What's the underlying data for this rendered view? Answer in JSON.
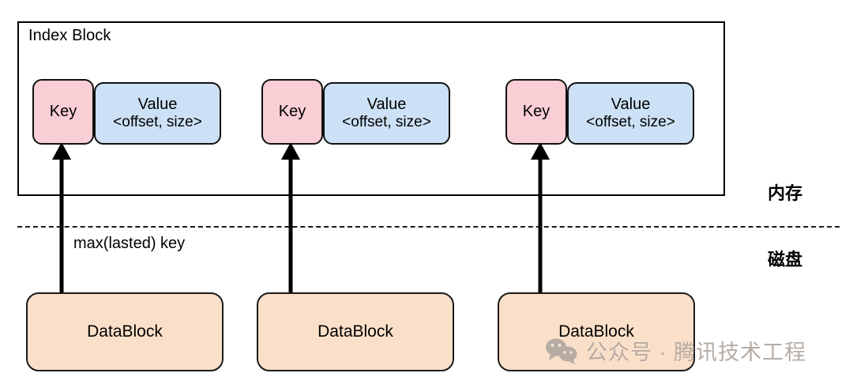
{
  "diagram": {
    "index_block": {
      "title": "Index Block",
      "entries": [
        {
          "key_label": "Key",
          "value_label": "Value",
          "value_detail": "<offset, size>"
        },
        {
          "key_label": "Key",
          "value_label": "Value",
          "value_detail": "<offset, size>"
        },
        {
          "key_label": "Key",
          "value_label": "Value",
          "value_detail": "<offset, size>"
        }
      ]
    },
    "edge_label": "max(lasted) key",
    "side_labels": {
      "memory": "内存",
      "disk": "磁盘"
    },
    "data_blocks": [
      {
        "label": "DataBlock"
      },
      {
        "label": "DataBlock"
      },
      {
        "label": "DataBlock"
      }
    ],
    "watermark": {
      "icon": "wechat-icon",
      "text": "公众号 · 腾讯技术工程"
    },
    "colors": {
      "key_fill": "#f9ced4",
      "value_fill": "#cce1f5",
      "data_block_fill": "#fbe0c9",
      "stroke": "#111111",
      "background": "#ffffff",
      "watermark": "#b6aca4"
    }
  }
}
